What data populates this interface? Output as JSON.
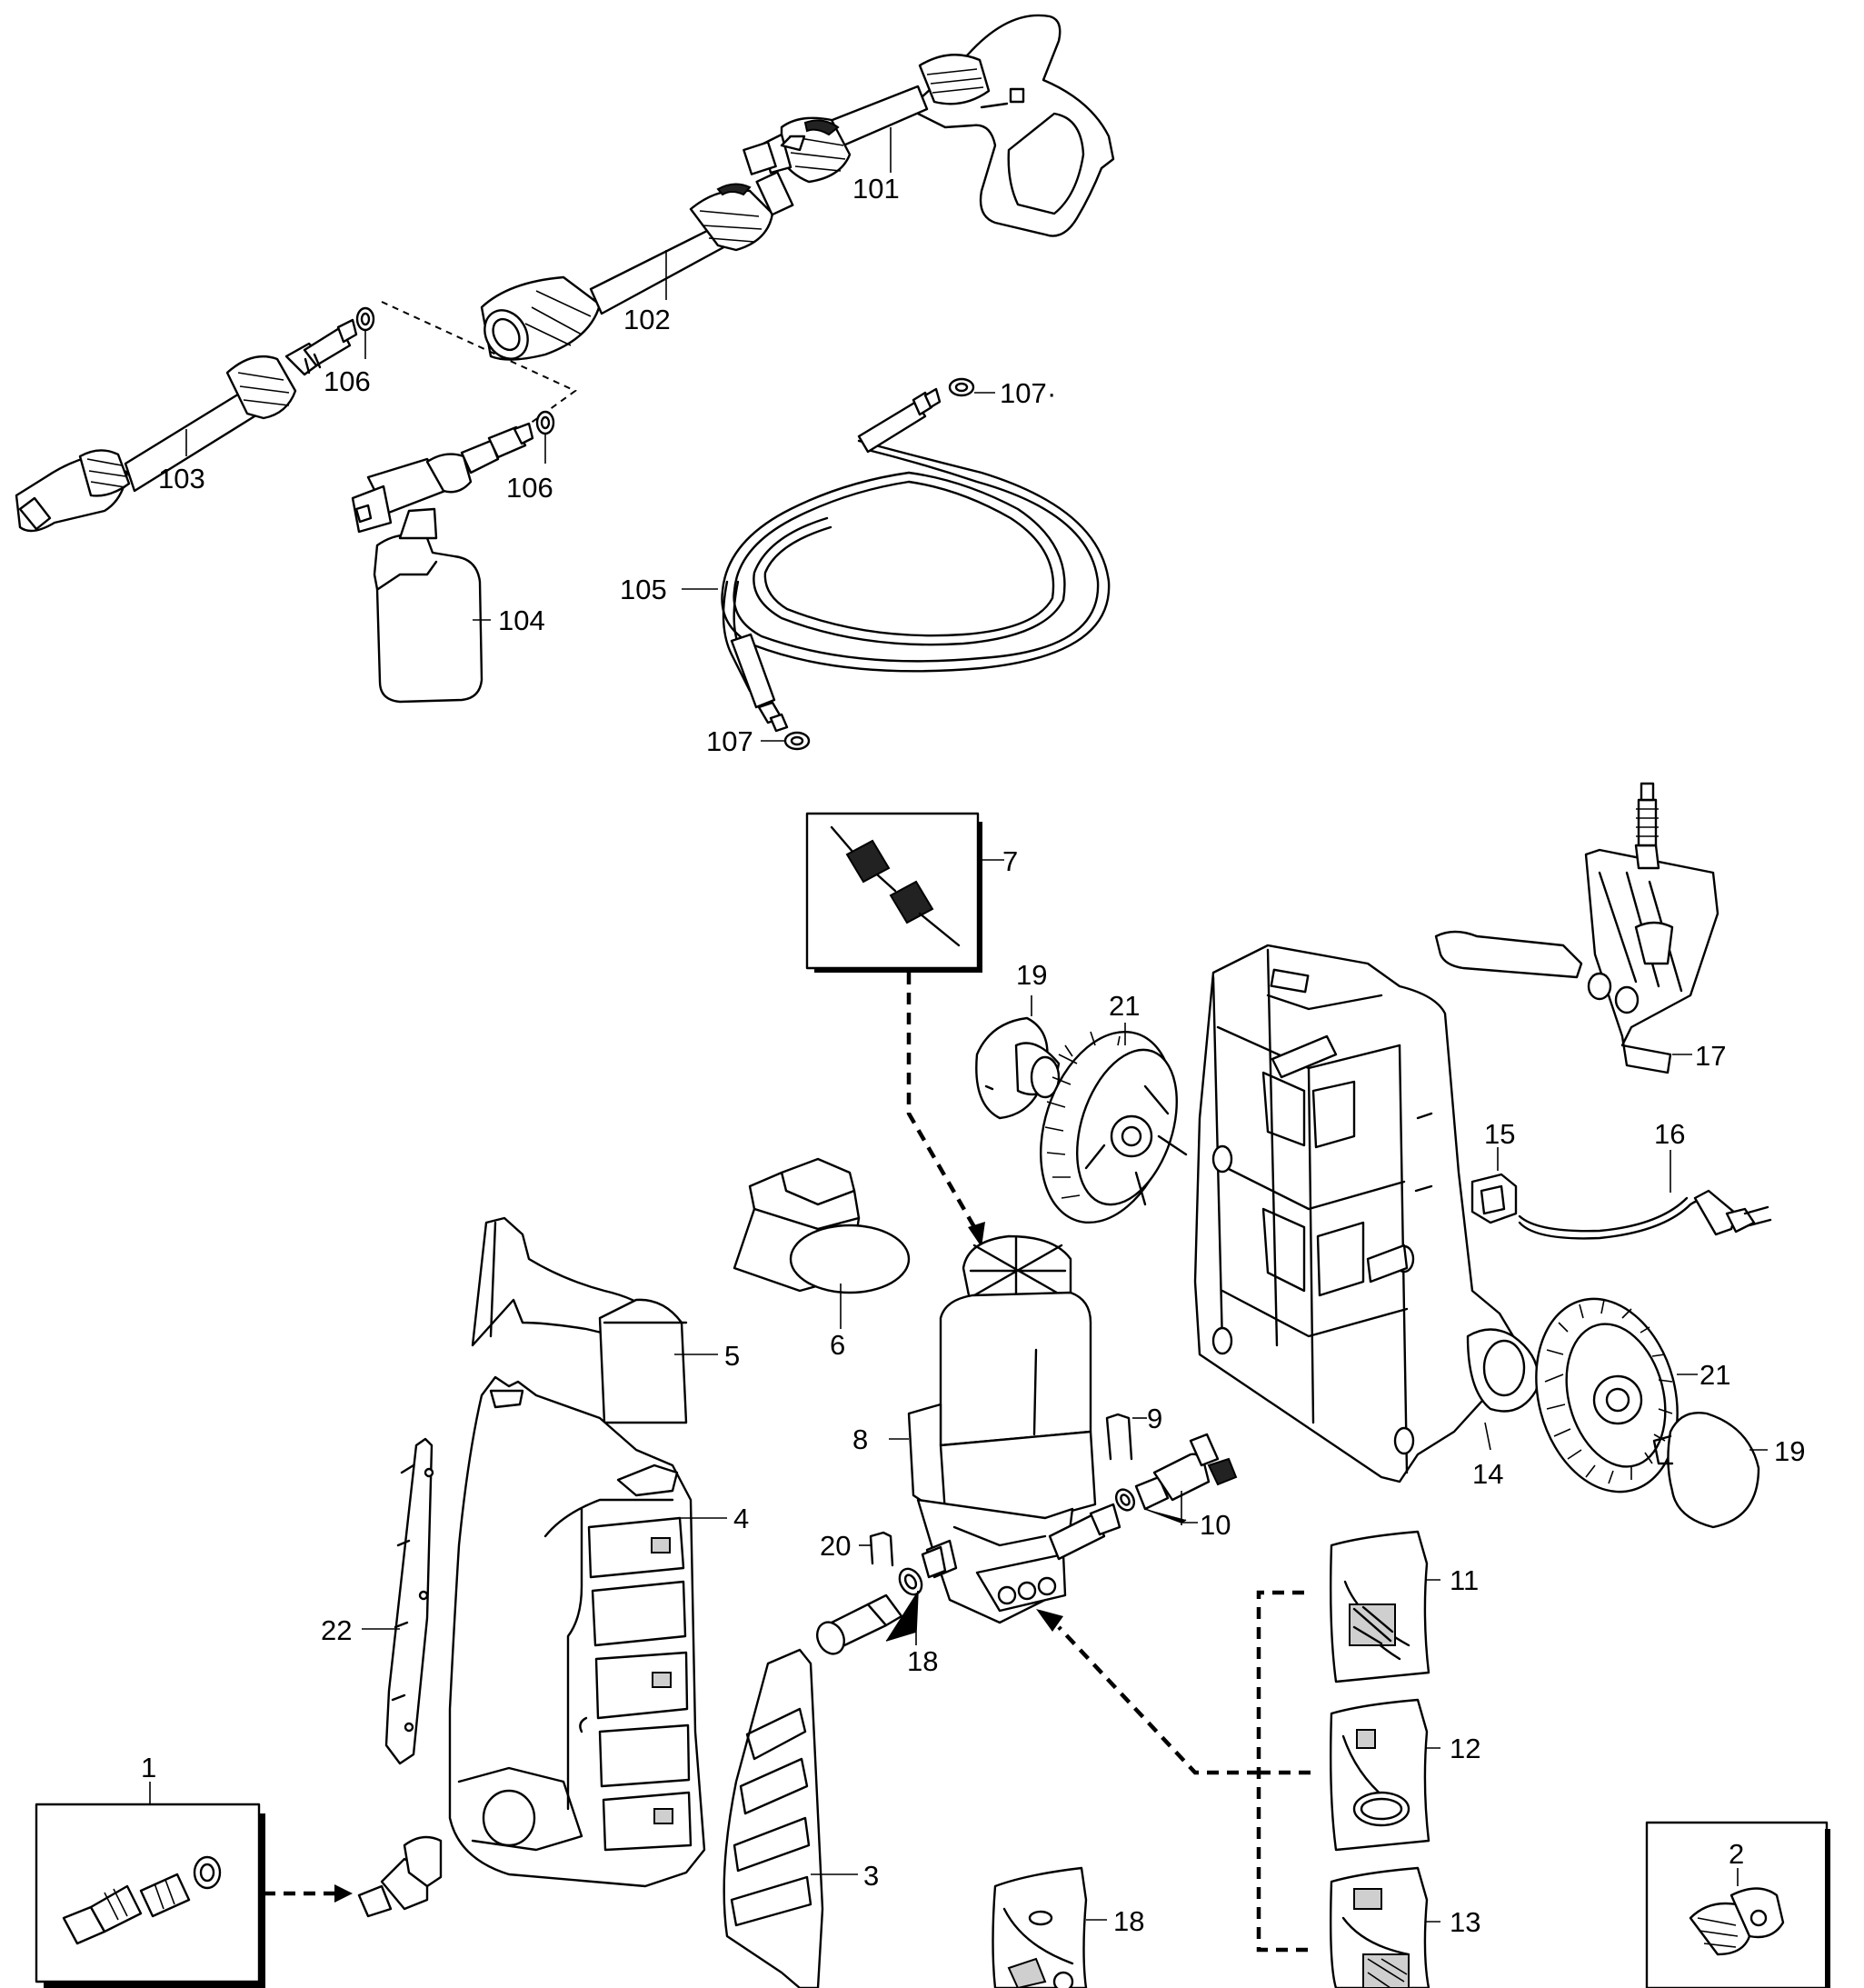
{
  "diagram": {
    "labels": {
      "p101": "101",
      "p102": "102",
      "p103": "103",
      "p104": "104",
      "p105": "105",
      "p106a": "106",
      "p106b": "106",
      "p107a": "107",
      "p107b": "107",
      "p1": "1",
      "p2": "2",
      "p3": "3",
      "p4": "4",
      "p5": "5",
      "p6": "6",
      "p7": "7",
      "p8": "8",
      "p9": "9",
      "p10": "10",
      "p11": "11",
      "p12": "12",
      "p13": "13",
      "p14": "14",
      "p15": "15",
      "p16": "16",
      "p17": "17",
      "p18a": "18",
      "p18b": "18",
      "p19a": "19",
      "p19b": "19",
      "p20": "20",
      "p21a": "21",
      "p21b": "21",
      "p22": "22"
    }
  }
}
